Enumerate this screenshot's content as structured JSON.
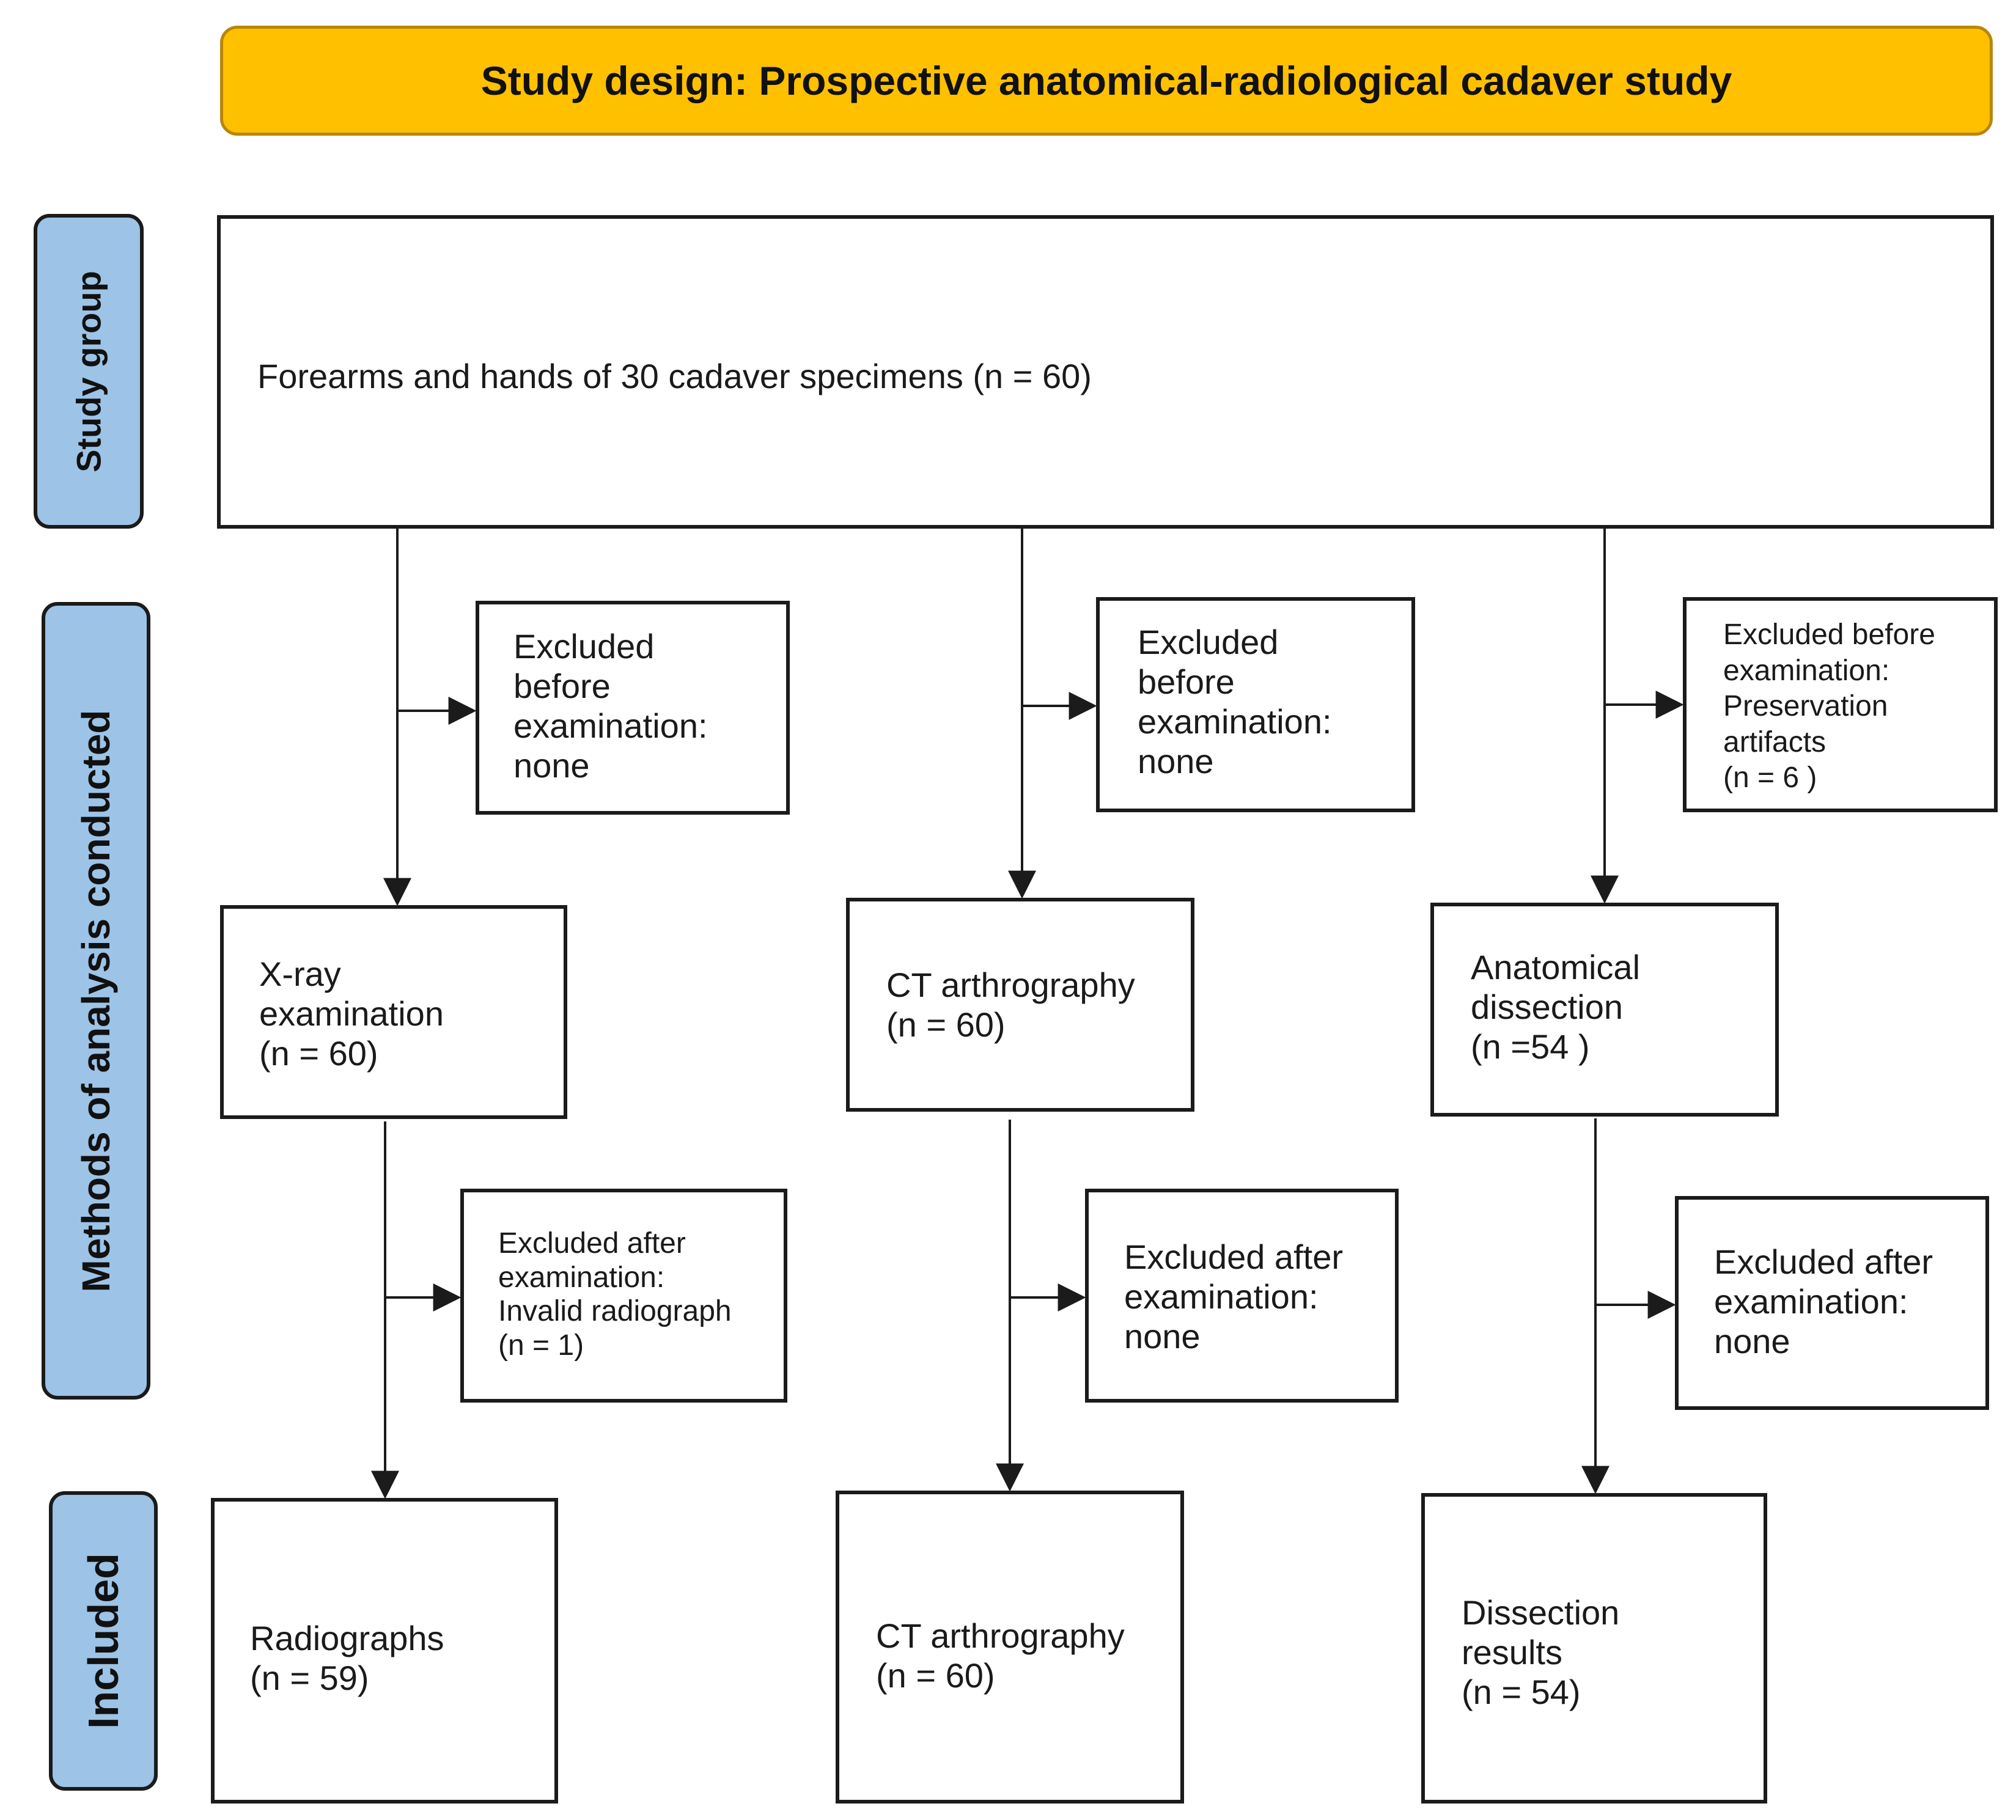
{
  "title": "Study design: Prospective anatomical-radiological cadaver study",
  "colors": {
    "title_fill": "#FFC000",
    "side_fill": "#9DC3E6",
    "border": "#1b1b1b"
  },
  "sides": {
    "study_group": "Study group",
    "methods": "Methods of analysis conducted",
    "included": "Included"
  },
  "study_group_box": "Forearms and hands of 30 cadaver specimens (n = 60)",
  "columns": [
    {
      "excluded_before": "Excluded\nbefore\nexamination:\nnone",
      "method": "X-ray\nexamination\n(n = 60)",
      "excluded_after": "Excluded after\nexamination:\nInvalid radiograph\n(n = 1)",
      "included": "Radiographs\n(n = 59)"
    },
    {
      "excluded_before": "Excluded\nbefore\nexamination:\nnone",
      "method": "CT arthrography\n(n = 60)",
      "excluded_after": "Excluded after\nexamination:\nnone",
      "included": "CT arthrography\n(n = 60)"
    },
    {
      "excluded_before": "Excluded before\nexamination:\nPreservation\nartifacts\n(n = 6 )",
      "method": "Anatomical\ndissection\n(n =54 )",
      "excluded_after": "Excluded after\nexamination:\nnone",
      "included": "Dissection\nresults\n(n = 54)"
    }
  ]
}
